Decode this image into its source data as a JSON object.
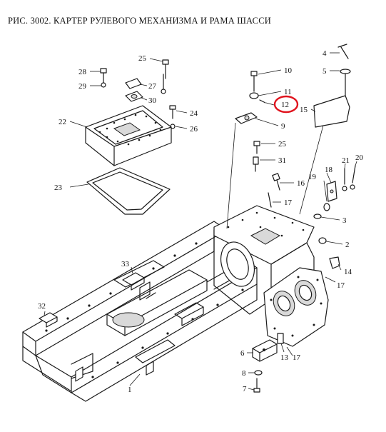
{
  "title": "РИС. 3002. КАРТЕР РУЛЕВОГО МЕХАНИЗМА И РАМА ШАССИ",
  "highlight_color": "#e0141e",
  "highlighted_callout": "12",
  "callouts": [
    {
      "id": "c25a",
      "label": "25"
    },
    {
      "id": "c28",
      "label": "28"
    },
    {
      "id": "c29",
      "label": "29"
    },
    {
      "id": "c27",
      "label": "27"
    },
    {
      "id": "c30",
      "label": "30"
    },
    {
      "id": "c24",
      "label": "24"
    },
    {
      "id": "c26",
      "label": "26"
    },
    {
      "id": "c22",
      "label": "22"
    },
    {
      "id": "c23",
      "label": "23"
    },
    {
      "id": "c10",
      "label": "10"
    },
    {
      "id": "c11",
      "label": "11"
    },
    {
      "id": "c12",
      "label": "12"
    },
    {
      "id": "c9",
      "label": "9"
    },
    {
      "id": "c25b",
      "label": "25"
    },
    {
      "id": "c31",
      "label": "31"
    },
    {
      "id": "c16",
      "label": "16"
    },
    {
      "id": "c17a",
      "label": "17"
    },
    {
      "id": "c4",
      "label": "4"
    },
    {
      "id": "c5",
      "label": "5"
    },
    {
      "id": "c15",
      "label": "15"
    },
    {
      "id": "c19",
      "label": "19"
    },
    {
      "id": "c18",
      "label": "18"
    },
    {
      "id": "c21",
      "label": "21"
    },
    {
      "id": "c20",
      "label": "20"
    },
    {
      "id": "c3",
      "label": "3"
    },
    {
      "id": "c2",
      "label": "2"
    },
    {
      "id": "c14",
      "label": "14"
    },
    {
      "id": "c17b",
      "label": "17"
    },
    {
      "id": "c33",
      "label": "33"
    },
    {
      "id": "c32",
      "label": "32"
    },
    {
      "id": "c1",
      "label": "1"
    },
    {
      "id": "c6",
      "label": "6"
    },
    {
      "id": "c13",
      "label": "13"
    },
    {
      "id": "c17c",
      "label": "17"
    },
    {
      "id": "c8",
      "label": "8"
    },
    {
      "id": "c7",
      "label": "7"
    }
  ]
}
